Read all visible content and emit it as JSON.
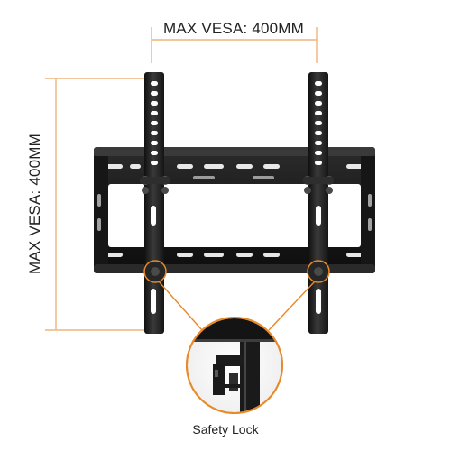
{
  "dimension_labels": {
    "horizontal": "MAX VESA: 400MM",
    "vertical": "MAX VESA: 400MM"
  },
  "callout": {
    "caption": "Safety Lock"
  },
  "colors": {
    "dimension_line": "#f0b37a",
    "callout_line": "#e8892a",
    "mount": "#1b1b1b",
    "mount_highlight": "#444444"
  }
}
